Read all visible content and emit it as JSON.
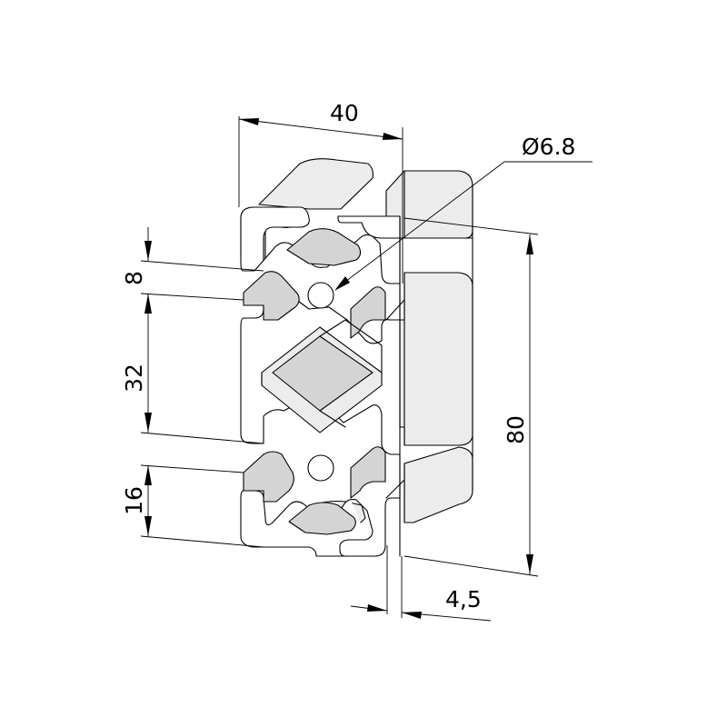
{
  "dimensions": {
    "width": "40",
    "bore": "Ø6.8",
    "slot_opening": "8",
    "slot_pitch": "32",
    "edge_distance": "16",
    "height": "80",
    "wall": "4,5"
  },
  "colors": {
    "line": "#000000",
    "face": "#ffffff",
    "side": "#ececec",
    "shade": "#d4d4d4"
  }
}
